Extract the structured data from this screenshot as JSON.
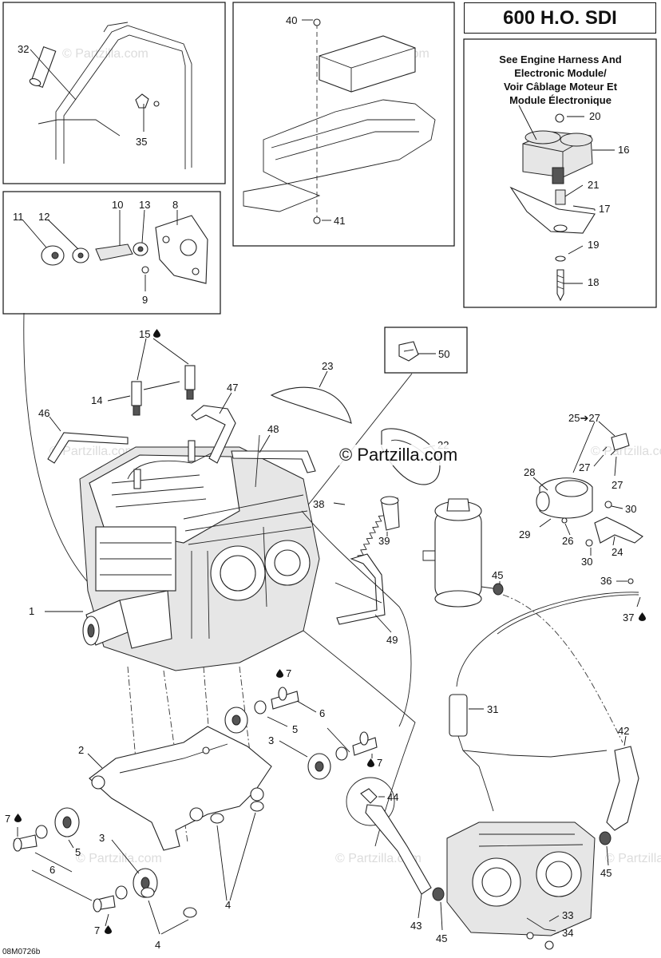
{
  "title": "600 H.O. SDI",
  "note_lines": [
    "See Engine Harness And",
    "Electronic Module/",
    "Voir Câblage Moteur Et",
    "Module Électronique"
  ],
  "brand": "© Partzilla.com",
  "watermark": "© Partzilla.com",
  "diagram_code": "08M0726b",
  "labels": {
    "l1": "1",
    "l2": "2",
    "l3a": "3",
    "l3b": "3",
    "l4a": "4",
    "l4b": "4",
    "l5a": "5",
    "l5b": "5",
    "l6a": "6",
    "l6b": "6",
    "l7a": "7",
    "l7b": "7",
    "l7c": "7",
    "l7d": "7",
    "l8": "8",
    "l9": "9",
    "l10": "10",
    "l11": "11",
    "l12": "12",
    "l13": "13",
    "l14": "14",
    "l15": "15",
    "l16": "16",
    "l17": "17",
    "l18": "18",
    "l19": "19",
    "l20": "20",
    "l21": "21",
    "l22": "22",
    "l23": "23",
    "l24": "24",
    "l25": "25➔27",
    "l26": "26",
    "l27a": "27",
    "l27b": "27",
    "l28": "28",
    "l29": "29",
    "l30a": "30",
    "l30b": "30",
    "l31": "31",
    "l32": "32",
    "l33": "33",
    "l34": "34",
    "l35": "35",
    "l36": "36",
    "l37": "37",
    "l38": "38",
    "l39": "39",
    "l40": "40",
    "l41": "41",
    "l42": "42",
    "l43": "43",
    "l44": "44",
    "l45a": "45",
    "l45b": "45",
    "l45c": "45",
    "l46": "46",
    "l47": "47",
    "l48": "48",
    "l49": "49",
    "l50": "50"
  },
  "colors": {
    "ink": "#111111",
    "watermark": "#dcdcdc"
  },
  "icons": {
    "lubricant": "oil-drop-icon"
  }
}
